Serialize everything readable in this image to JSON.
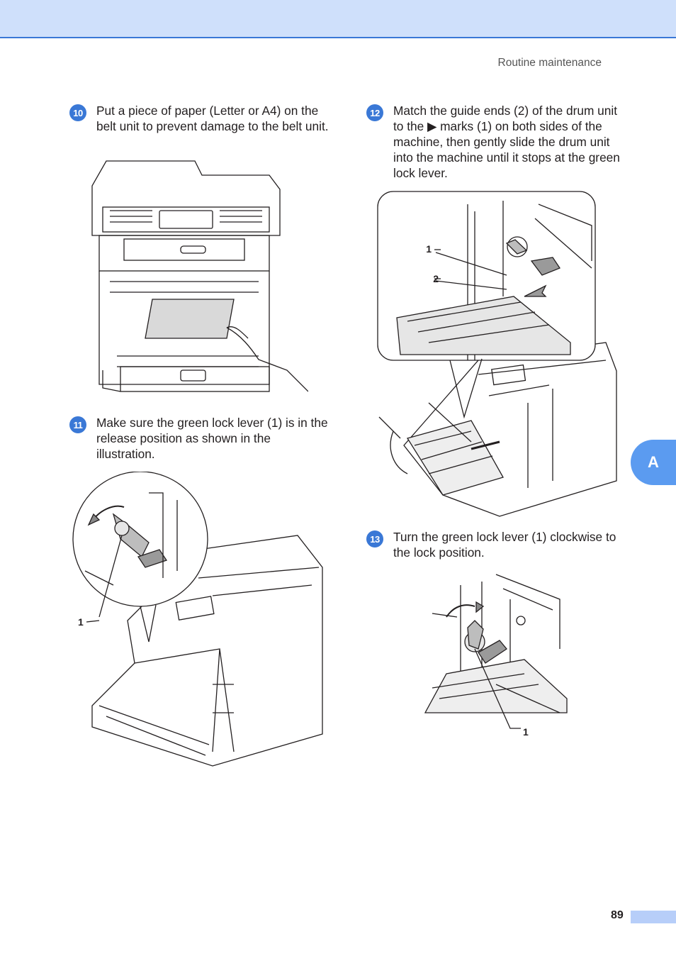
{
  "header": {
    "running_head": "Routine maintenance"
  },
  "steps": [
    {
      "number": "10",
      "text": "Put a piece of paper (Letter or A4) on the belt unit to prevent damage to the belt unit."
    },
    {
      "number": "11",
      "text": "Make sure the green lock lever (1) is in the release position as shown in the illustration."
    },
    {
      "number": "12",
      "text": "Match the guide ends (2) of the drum unit to the ▶ marks (1) on both sides of the machine, then gently slide the drum unit into the machine until it stops at the green lock lever."
    },
    {
      "number": "13",
      "text": "Turn the green lock lever (1) clockwise to the lock position."
    }
  ],
  "figures": {
    "fig11_callout": "1",
    "fig12_callout_1": "1",
    "fig12_callout_2": "2",
    "fig13_callout": "1"
  },
  "side_tab": {
    "label": "A"
  },
  "footer": {
    "page_number": "89"
  },
  "colors": {
    "accent": "#3a78d6",
    "header_band": "#cfe0fb",
    "side_tab": "#5b9bf0"
  }
}
